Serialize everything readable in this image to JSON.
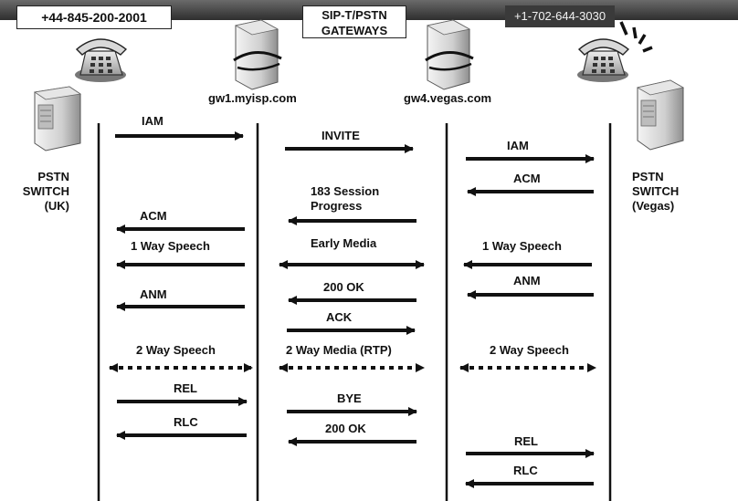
{
  "header": {
    "phone_left": "+44-845-200-2001",
    "gateways_line1": "SIP-T/PSTN",
    "gateways_line2": "GATEWAYS",
    "phone_right": "+1-702-644-3030"
  },
  "nodes": {
    "gw1": "gw1.myisp.com",
    "gw4": "gw4.vegas.com",
    "switch_uk": [
      "PSTN",
      "SWITCH",
      "(UK)"
    ],
    "switch_vegas": [
      "PSTN",
      "SWITCH",
      "(Vegas)"
    ]
  },
  "messages": {
    "iam_uk": "IAM",
    "invite": "INVITE",
    "iam_vegas": "IAM",
    "acm_vegas": "ACM",
    "session_progress_1": "183 Session",
    "session_progress_2": "Progress",
    "acm_uk": "ACM",
    "one_way_uk": "1 Way Speech",
    "early_media": "Early Media",
    "one_way_vegas": "1 Way Speech",
    "anm_vegas": "ANM",
    "ok_200": "200 OK",
    "anm_uk": "ANM",
    "ack": "ACK",
    "two_way_uk": "2 Way Speech",
    "two_way_media": "2 Way Media (RTP)",
    "two_way_vegas": "2 Way Speech",
    "rel_uk": "REL",
    "bye": "BYE",
    "rlc_uk": "RLC",
    "ok_200_bye": "200 OK",
    "rel_vegas": "REL",
    "rlc_vegas": "RLC"
  },
  "colors": {
    "line": "#111111",
    "topbar": "#444444"
  },
  "icons": [
    "telephone-icon",
    "server-icon",
    "ringing-telephone-icon"
  ]
}
